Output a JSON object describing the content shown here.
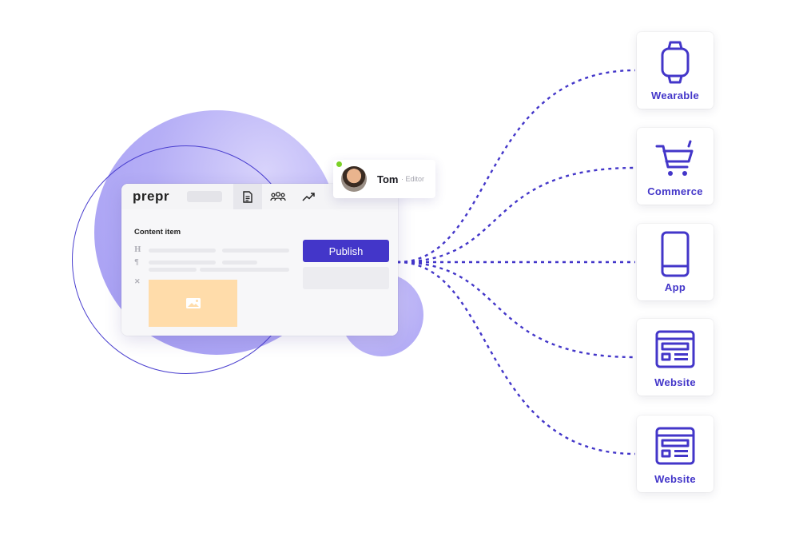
{
  "app": {
    "logo": "prepr",
    "tabs": [
      {
        "icon": "document-icon",
        "active": true
      },
      {
        "icon": "users-icon",
        "active": false
      },
      {
        "icon": "analytics-icon",
        "active": false
      }
    ]
  },
  "editor": {
    "section_label": "Content item",
    "row_glyphs": [
      "H",
      "¶",
      "✕"
    ],
    "publish_label": "Publish"
  },
  "user": {
    "name": "Tom",
    "role": "· Editor",
    "online": true
  },
  "channels": [
    {
      "label": "Wearable",
      "icon": "watch-icon"
    },
    {
      "label": "Commerce",
      "icon": "cart-icon"
    },
    {
      "label": "App",
      "icon": "phone-icon"
    },
    {
      "label": "Website",
      "icon": "browser-icon"
    },
    {
      "label": "Website",
      "icon": "browser-icon"
    }
  ],
  "colors": {
    "accent": "#4336c9",
    "blob": "#a49cf3",
    "image_placeholder": "#ffdcaa",
    "online": "#7bd127"
  }
}
